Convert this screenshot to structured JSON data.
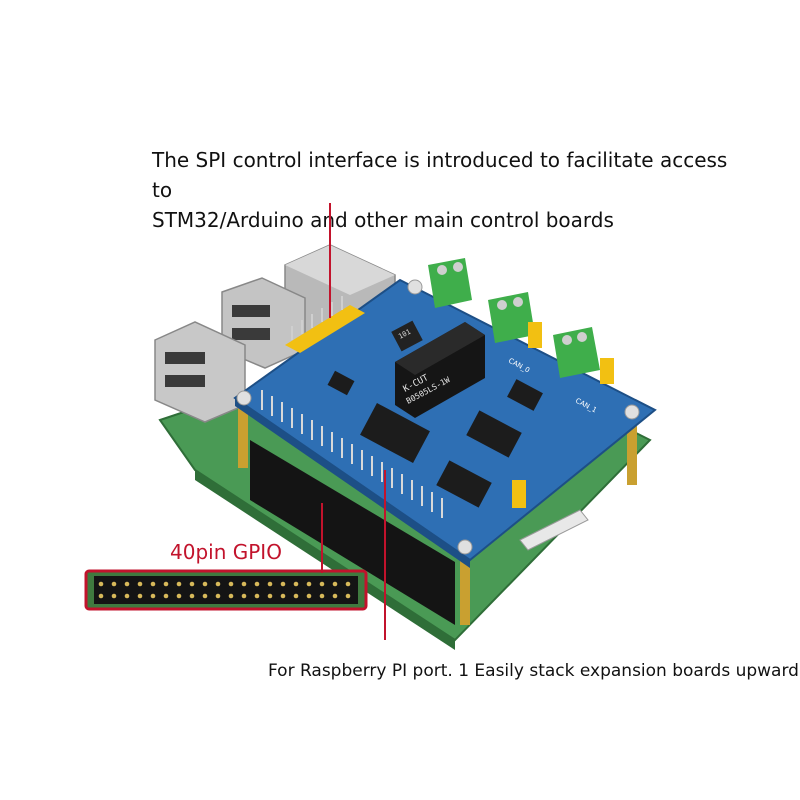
{
  "annotations": {
    "top_line1": "The SPI control interface is introduced to facilitate access to",
    "top_line2": "STM32/Arduino and other main control boards",
    "gpio_label": "40pin GPIO",
    "bottom": "For Raspberry PI port. 1 Easily stack expansion boards upward"
  },
  "chips": {
    "isolator_line1": "K-CUT",
    "isolator_line2": "B0505LS-1W",
    "isolator_code": "101",
    "can0": "CAN_0",
    "can1": "CAN_1"
  },
  "colors": {
    "accent_red": "#c2132c",
    "hat_blue": "#2e6fb4",
    "pi_green": "#4a9a55",
    "header_black": "#141414",
    "terminal_green": "#3fae4b",
    "jumper_yellow": "#f2c012"
  }
}
